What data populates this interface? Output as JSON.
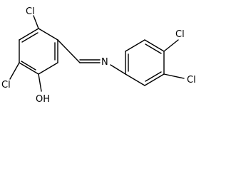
{
  "molecule": {
    "atoms": {
      "cl_top": "Cl",
      "cl_left": "Cl",
      "oh": "OH",
      "n": "N",
      "cl_ring2_top": "Cl",
      "cl_ring2_right": "Cl"
    },
    "colors": {
      "bond": "#000000",
      "label": "#000000",
      "background": "#ffffff"
    }
  }
}
